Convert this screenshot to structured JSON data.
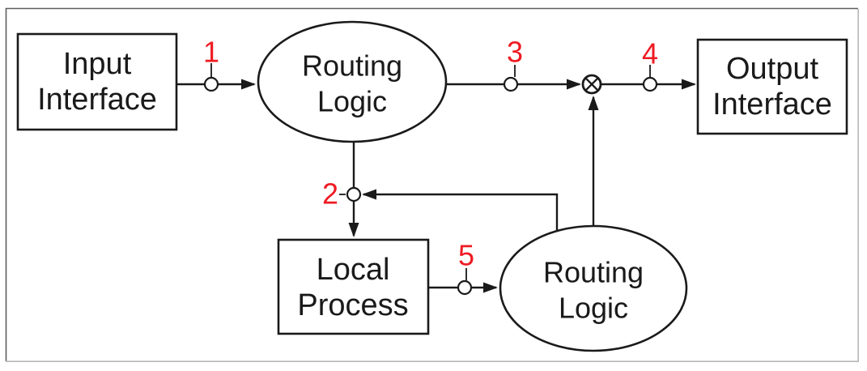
{
  "diagram": {
    "description": "Block diagram of message flow through input interface, routing logic, local process and output interface",
    "nodes": {
      "input_interface": {
        "line1": "Input",
        "line2": "Interface",
        "shape": "rect"
      },
      "routing_logic_top": {
        "line1": "Routing",
        "line2": "Logic",
        "shape": "ellipse"
      },
      "output_interface": {
        "line1": "Output",
        "line2": "Interface",
        "shape": "rect"
      },
      "local_process": {
        "line1": "Local",
        "line2": "Process",
        "shape": "rect"
      },
      "routing_logic_bottom": {
        "line1": "Routing",
        "line2": "Logic",
        "shape": "ellipse"
      }
    },
    "markers": {
      "m1": "1",
      "m2": "2",
      "m3": "3",
      "m4": "4",
      "m5": "5"
    },
    "junction_icon": "circled-times-merge",
    "edges": [
      {
        "from": "input_interface",
        "to": "routing_logic_top",
        "via": "1"
      },
      {
        "from": "routing_logic_top",
        "to": "merge_junction",
        "via": "3"
      },
      {
        "from": "merge_junction",
        "to": "output_interface",
        "via": "4"
      },
      {
        "from": "routing_logic_top",
        "to": "local_process",
        "via": "2"
      },
      {
        "from": "routing_logic_bottom",
        "to": "point_2",
        "via": ""
      },
      {
        "from": "routing_logic_bottom",
        "to": "merge_junction",
        "via": ""
      },
      {
        "from": "local_process",
        "to": "routing_logic_bottom",
        "via": "5"
      }
    ],
    "colors": {
      "ink": "#1a1a1a",
      "marker_red": "#ee1b23",
      "background": "#ffffff",
      "frame_dark": "#5e5e5e",
      "frame_light": "#b7b7b7"
    }
  }
}
